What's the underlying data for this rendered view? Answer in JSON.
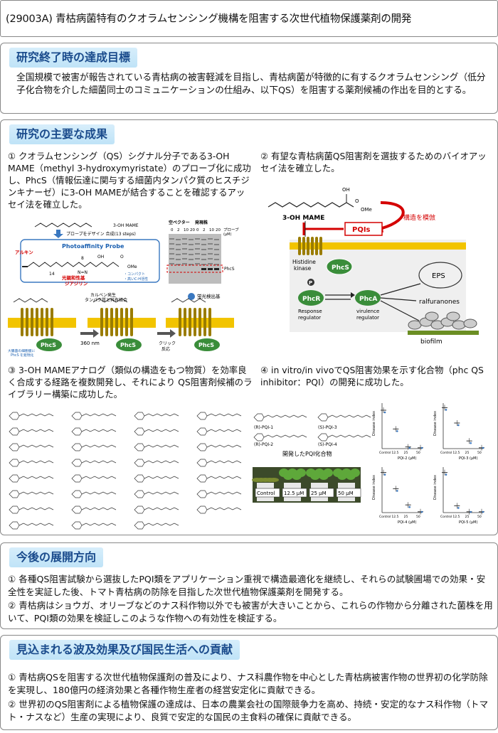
{
  "header": {
    "title": "(29003A)  青枯病菌特有のクオラムセンシング機構を阻害する次世代植物保護薬剤の開発"
  },
  "goal": {
    "title": "研究終了時の達成目標",
    "text": "全国規模で被害が報告されている青枯病の被害軽減を目指し、青枯病菌が特徴的に有するクオラムセンシング（低分子化合物を介した細菌同士のコミュニケーションの仕組み、以下QS）を阻害する薬剤候補の作出を目的とする。"
  },
  "results": {
    "title": "研究の主要な成果",
    "item1": "① クオラムセンシング（QS）シグナル分子である3-OH MAME（methyl 3-hydroxymyristate）のプローブ化に成功し、PhcS（情報伝達に関与する細菌内タンパク質のヒスチジンキナーゼ）に3-OH MAMEが結合することを確認するアッセイ法を確立した。",
    "item2": "② 有望な青枯病菌QS阻害剤を選抜するためのバイオアッセイ法を確立した。",
    "item3": "③ 3-OH MAMEアナログ（類似の構造をもつ物質）を効率良く合成する経路を複数開発し、それにより QS阻害剤候補のライブラリー構築に成功した。",
    "item4": "④ in vitro/in vivoでQS阻害効果を示す化合物（phc QS inhibitor：PQI）の開発に成功した。",
    "fig1": {
      "mame": "3-OH MAME",
      "probe_design": "プローブをデザイン 合成(13 steps)",
      "probe_title": "Photoaffinity Probe",
      "alkyne": "アルキン",
      "diazirine1": "光親和性基",
      "diazirine2": "ジアジリン",
      "compact1": "・コンパクト",
      "compact2": "・高いC-H活性",
      "num14": "14",
      "num8": "8",
      "oh": "OH",
      "o": "O",
      "ome": "OMe",
      "gel_head1": "空ベクター",
      "gel_head2": "発現株",
      "gel_lanes": [
        "0",
        "2",
        "10",
        "20",
        "0",
        "2",
        "10",
        "20"
      ],
      "gel_probe": "プローブ",
      "gel_unit": "(μM)",
      "gel_phcs": "PhcS",
      "carbene1": "カルベン発生",
      "carbene2": "タンパク質と共有結合",
      "uv": "360 nm",
      "click1": "クリック",
      "click2": "反応",
      "fluor": "蛍光検出基",
      "ecoli1": "大腸菌の細胞膜に",
      "ecoli2": "PhcS を発現化",
      "phcs": "PhcS"
    },
    "fig2": {
      "mame": "3-OH MAME",
      "oh": "OH",
      "o": "O",
      "ome": "OMe",
      "mimic": "構造を模倣",
      "pqis": "PQIs",
      "histidine1": "Histidine",
      "histidine2": "kinase",
      "phcs": "PhcS",
      "p": "P",
      "phcr": "PhcR",
      "phca": "PhcA",
      "response1": "Response",
      "response2": "regulator",
      "virulence1": "virulence",
      "virulence2": "regulator",
      "eps": "EPS",
      "ralfuranones": "ralfuranones",
      "biofilm": "biofilm"
    },
    "fig4": {
      "pqi1": "(R)-PQI-1",
      "pqi3": "(S)-PQI-3",
      "pqi2": "(R)-PQI-2",
      "pqi4": "(S)-PQI-4",
      "developed": "開発したPQI化合物",
      "plant_labels": [
        "Control",
        "12.5 μM",
        "25 μM",
        "50 μM"
      ],
      "ylabel": "Disease index",
      "xticks": [
        "Control",
        "12.5",
        "25",
        "50"
      ],
      "xlabels": [
        "PQI-2 (μM)",
        "PQI-3 (μM)",
        "PQI-4 (μM)",
        "PQI-5 (μM)"
      ]
    }
  },
  "future": {
    "title": "今後の展開方向",
    "item1": "① 各種QS阻害試験から選抜したPQI類をアプリケーション重視で構造最適化を継続し、それらの試験圃場での効果・安全性を実証した後、トマト青枯病の防除を目指した次世代植物保護薬剤を開発する。",
    "item2": "② 青枯病はショウガ、オリーブなどのナス科作物以外でも被害が大きいことから、これらの作物から分離された菌株を用いて、PQI類の効果を検証しこのような作物への有効性を検証する。"
  },
  "impact": {
    "title": "見込まれる波及効果及び国民生活への貢献",
    "item1": "① 青枯病QSを阻害する次世代植物保護剤の普及により、ナス科農作物を中心とした青枯病被害作物の世界初の化学防除を実現し、180億円の経済効果と各種作物生産者の経営安定化に貢献できる。",
    "item2": "② 世界初のQS阻害剤による植物保護の達成は、日本の農業会社の国際競争力を高め、持続・安定的なナス科作物（トマト・ナスなど）生産の実現により、良質で安定的な国民の主食料の確保に貢献できる。"
  },
  "colors": {
    "title_text": "#1a4b8c",
    "title_bg": "#c9e8f8",
    "membrane": "#f2c400",
    "phc_green": "#3a8d3a",
    "red": "#d40000",
    "gel_band": "#222222"
  },
  "chart_data": {
    "type": "scatter",
    "title": "",
    "ylabel": "Disease index",
    "ylim": [
      0,
      5
    ],
    "categories": [
      "Control",
      "12.5",
      "25",
      "50"
    ],
    "series": [
      {
        "name": "PQI-2 (μM)",
        "values": [
          4.5,
          2.3,
          0.2,
          0.1
        ]
      },
      {
        "name": "PQI-3 (μM)",
        "values": [
          4.8,
          3.0,
          0.9,
          0.1
        ]
      },
      {
        "name": "PQI-4 (μM)",
        "values": [
          4.7,
          2.8,
          0.9,
          0.1
        ]
      },
      {
        "name": "PQI-5 (μM)",
        "values": [
          4.7,
          0.8,
          0.1,
          0.1
        ]
      }
    ]
  }
}
